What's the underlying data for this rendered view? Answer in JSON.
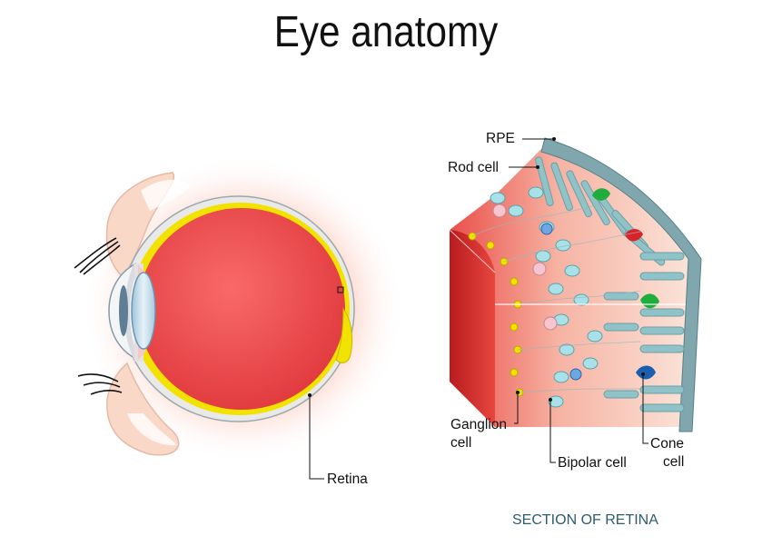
{
  "title": "Eye anatomy",
  "labels": {
    "retina": "Retina",
    "rpe": "RPE",
    "rod_cell": "Rod cell",
    "ganglion_1": "Ganglion",
    "ganglion_2": "cell",
    "bipolar": "Bipolar cell",
    "cone_1": "Cone",
    "cone_2": "cell"
  },
  "section_caption": "SECTION OF RETINA",
  "colors": {
    "eyeball": "#f0585a",
    "retina_line": "#f2e200",
    "caption": "#2e5c6e",
    "rod": "#7fb6bd",
    "rpe": "#7fa7ad",
    "cone_green": "#1fae3c",
    "cone_red": "#d8232a",
    "cone_blue": "#1a5fb0"
  }
}
